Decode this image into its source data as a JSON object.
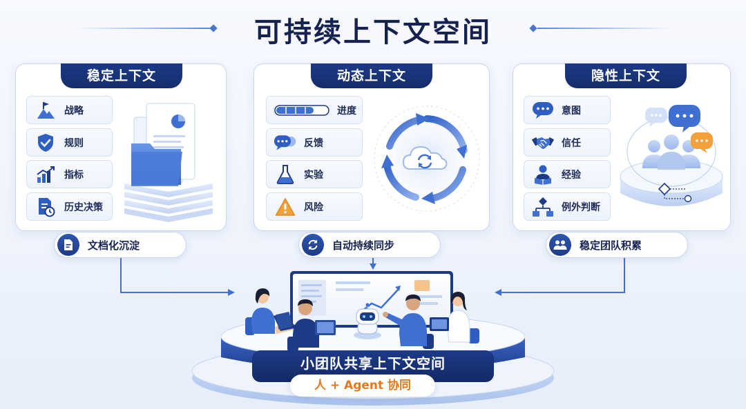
{
  "title": "可持续上下文空间",
  "panels": [
    {
      "title": "稳定上下文",
      "items": [
        {
          "label": "战略",
          "icon": "flag-mountain-icon"
        },
        {
          "label": "规则",
          "icon": "shield-check-icon"
        },
        {
          "label": "指标",
          "icon": "bar-chart-icon"
        },
        {
          "label": "历史决策",
          "icon": "document-clock-icon"
        }
      ],
      "pill": {
        "label": "文档化沉淀",
        "icon": "document-icon"
      }
    },
    {
      "title": "动态上下文",
      "items": [
        {
          "label": "进度",
          "icon": "progress-bar-icon"
        },
        {
          "label": "反馈",
          "icon": "chat-bubble-icon"
        },
        {
          "label": "实验",
          "icon": "flask-icon"
        },
        {
          "label": "风险",
          "icon": "warning-icon"
        }
      ],
      "pill": {
        "label": "自动持续同步",
        "icon": "sync-icon"
      }
    },
    {
      "title": "隐性上下文",
      "items": [
        {
          "label": "意图",
          "icon": "chat-bubble-icon"
        },
        {
          "label": "信任",
          "icon": "handshake-icon"
        },
        {
          "label": "经验",
          "icon": "person-book-icon"
        },
        {
          "label": "例外判断",
          "icon": "flowchart-icon"
        }
      ],
      "pill": {
        "label": "稳定团队积累",
        "icon": "team-icon"
      }
    }
  ],
  "bottom": {
    "label": "小团队共享上下文空间",
    "collab": "人 + Agent 协同"
  },
  "colors": {
    "navy": "#1d3a86",
    "blue": "#3f6fd1",
    "orange": "#f2a03c",
    "text": "#15224f"
  }
}
